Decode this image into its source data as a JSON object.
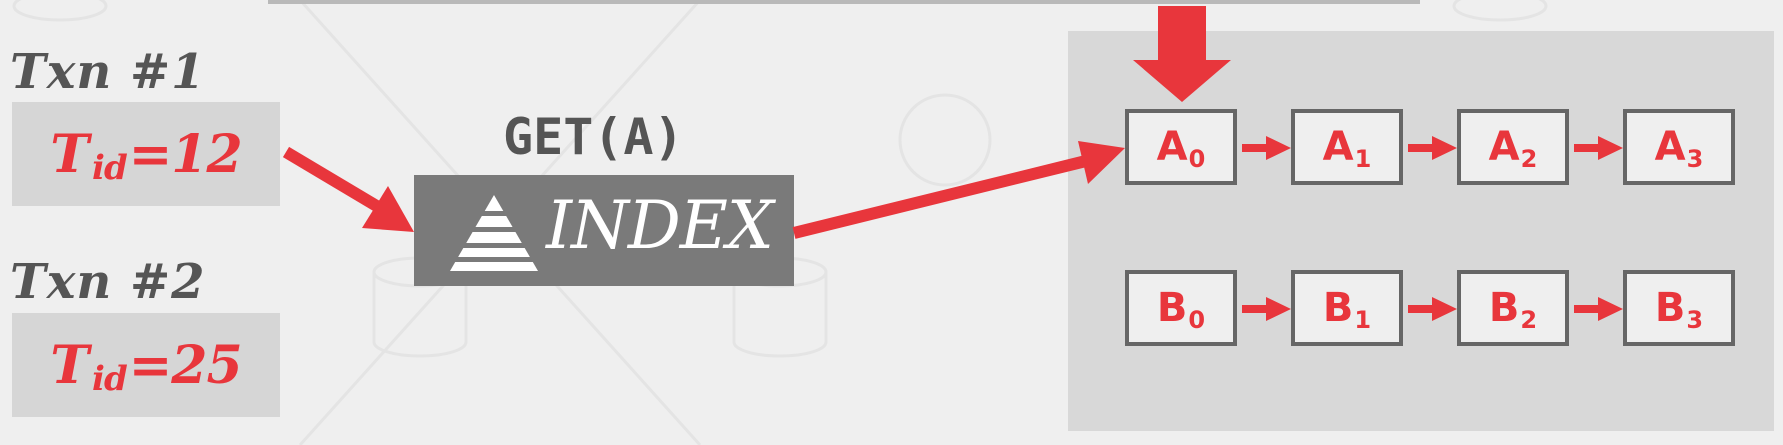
{
  "transactions": [
    {
      "label": "Txn #1",
      "tid_prefix": "T",
      "tid_sub": "id",
      "tid_value": "=12"
    },
    {
      "label": "Txn #2",
      "tid_prefix": "T",
      "tid_sub": "id",
      "tid_value": "=25"
    }
  ],
  "operation": "GET(A)",
  "index_label": "INDEX",
  "version_chains": [
    {
      "key": "A",
      "versions": [
        {
          "letter": "A",
          "sub": "0"
        },
        {
          "letter": "A",
          "sub": "1"
        },
        {
          "letter": "A",
          "sub": "2"
        },
        {
          "letter": "A",
          "sub": "3"
        }
      ]
    },
    {
      "key": "B",
      "versions": [
        {
          "letter": "B",
          "sub": "0"
        },
        {
          "letter": "B",
          "sub": "1"
        },
        {
          "letter": "B",
          "sub": "2"
        },
        {
          "letter": "B",
          "sub": "3"
        }
      ]
    }
  ],
  "colors": {
    "accent_red": "#e8363c",
    "text_gray": "#555555",
    "index_box": "#7a7a7a",
    "panel": "#d8d8d8",
    "tid_box": "#d6d6d6",
    "node_border": "#666666",
    "background": "#efefef"
  }
}
